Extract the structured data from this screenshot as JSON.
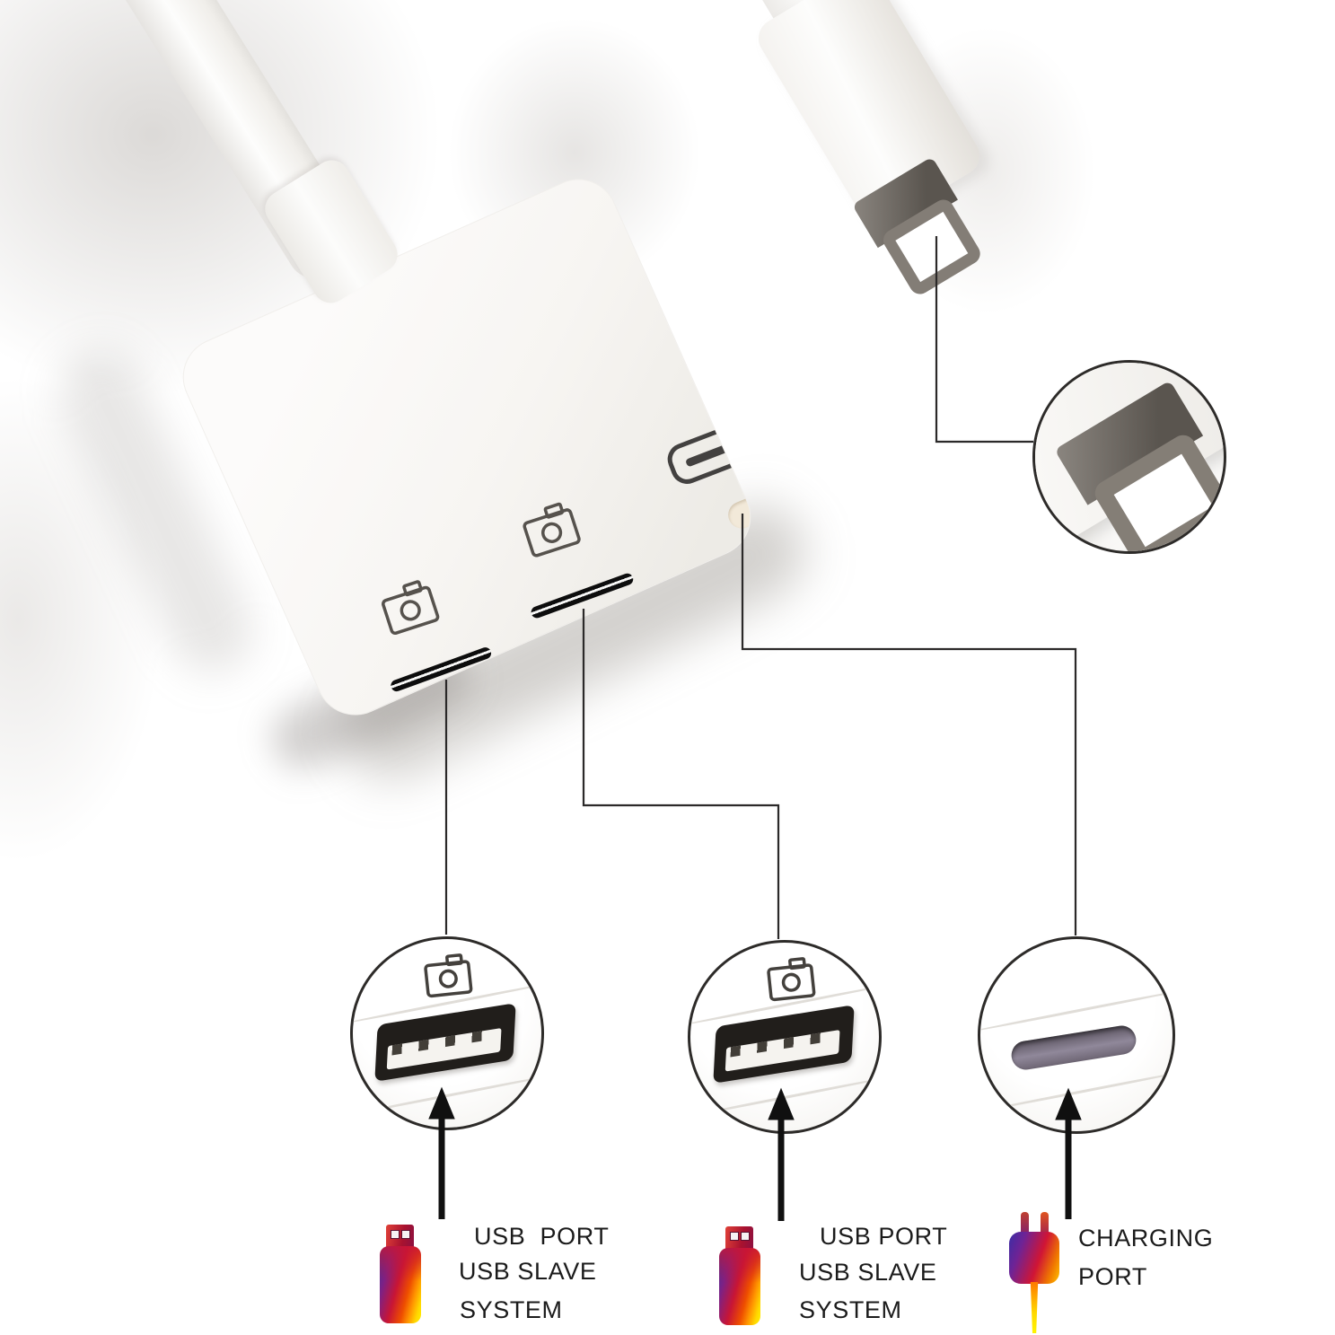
{
  "labels": {
    "usb1": {
      "lines": [
        "USB  PORT",
        "USB SLAVE",
        "SYSTEM"
      ]
    },
    "usb2": {
      "lines": [
        "USB PORT",
        "USB SLAVE",
        "SYSTEM"
      ]
    },
    "charging": {
      "lines": [
        "CHARGING",
        "PORT"
      ]
    }
  },
  "icons": {
    "camera": "camera-icon",
    "lightning_pill": "lightning-port-pill-icon",
    "usb_drive": "usb-drive-icon",
    "charging_plug": "charging-plug-icon",
    "arrow_up": "arrow-up-icon"
  },
  "colors": {
    "background": "#ffffff",
    "callout_line": "#2b2929",
    "circle_border": "#2d2b29",
    "arrow": "#111111",
    "text": "#1b1b1b",
    "adapter_body": "#f7f5f2",
    "metal_tip": "#837d76",
    "usb_icon_gradient": [
      "#41309f",
      "#c81535",
      "#ee4d00",
      "#ffd800",
      "#fff200"
    ],
    "charging_icon_gradient": [
      "#3b2da5",
      "#d01535",
      "#f07800",
      "#ffc400"
    ]
  }
}
